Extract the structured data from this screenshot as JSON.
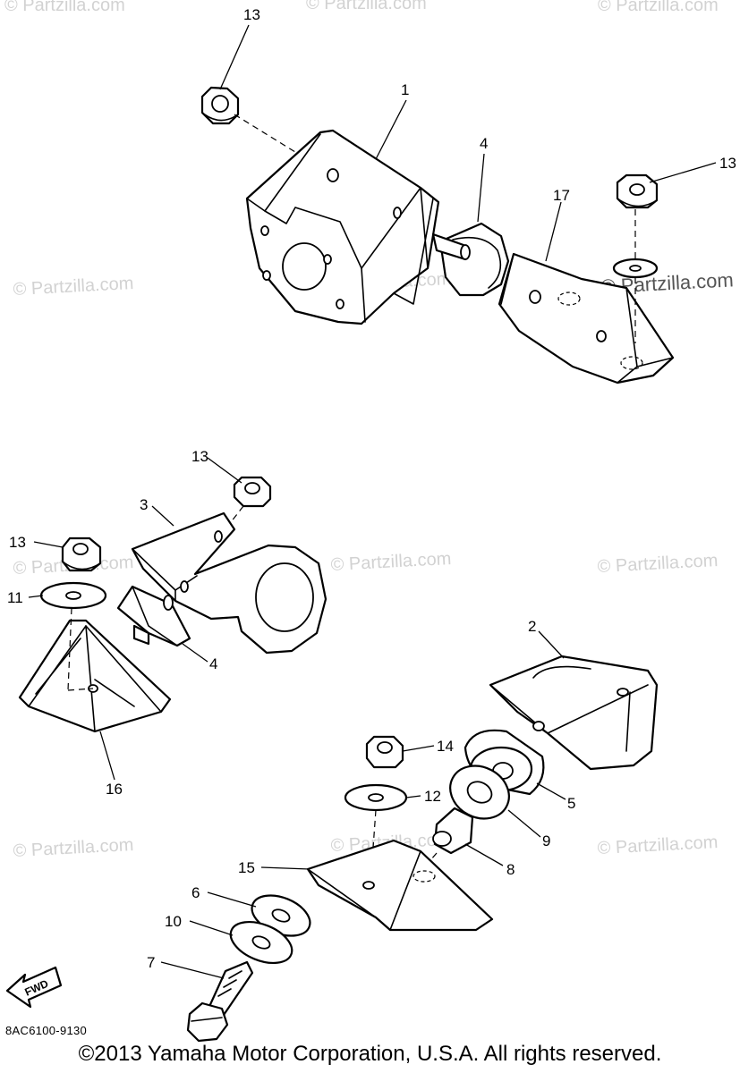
{
  "watermarks": [
    "© Partzilla.com",
    "© Partzilla.com",
    "© Partzilla.com",
    "© Partzilla.com",
    "© Partzilla.com",
    "© Partzilla.com",
    "© Partzilla.com",
    "© Partzilla.com",
    "© Partzilla.com",
    "© Partzilla.com",
    "© Partzilla.com",
    "© Partzilla.com"
  ],
  "callouts": {
    "c1": "1",
    "c2": "2",
    "c3": "3",
    "c4a": "4",
    "c4b": "4",
    "c5": "5",
    "c6": "6",
    "c7": "7",
    "c8": "8",
    "c9": "9",
    "c10": "10",
    "c11": "11",
    "c12": "12",
    "c13a": "13",
    "c13b": "13",
    "c13c": "13",
    "c13d": "13",
    "c14": "14",
    "c15": "15",
    "c16": "16",
    "c17": "17"
  },
  "fwd_label": "FWD",
  "diagram_code": "8AC6100-9130",
  "copyright": "©2013 Yamaha Motor Corporation, U.S.A. All rights reserved."
}
